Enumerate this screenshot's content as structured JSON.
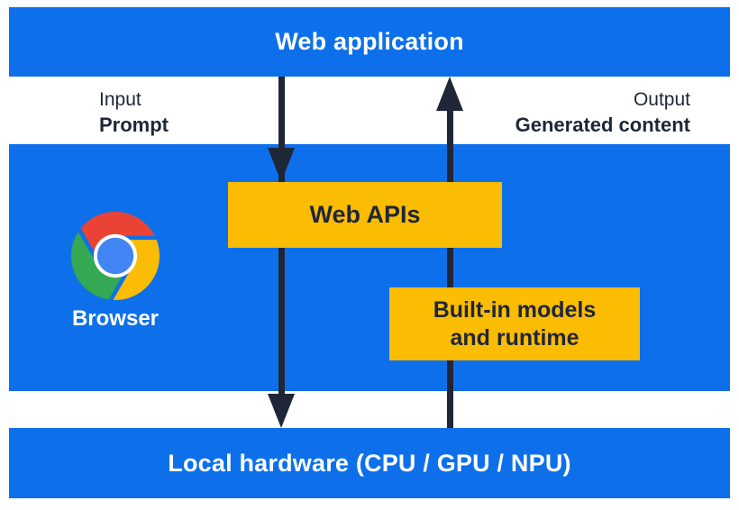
{
  "title_bar": {
    "label": "Web application"
  },
  "io": {
    "input_caption": "Input",
    "input_value": "Prompt",
    "output_caption": "Output",
    "output_value": "Generated content"
  },
  "browser": {
    "name": "Browser",
    "web_apis_label": "Web APIs",
    "builtin_line1": "Built-in models",
    "builtin_line2": "and runtime"
  },
  "hardware_bar": {
    "label": "Local hardware (CPU / GPU / NPU)"
  },
  "colors": {
    "blue": "#0D70EA",
    "yellow": "#FBBC04",
    "ink": "#1F2637",
    "white": "#FFFFFF",
    "chrome_red": "#EA4335",
    "chrome_yellow": "#FBBC05",
    "chrome_green": "#34A853",
    "chrome_blue": "#4285F4"
  }
}
